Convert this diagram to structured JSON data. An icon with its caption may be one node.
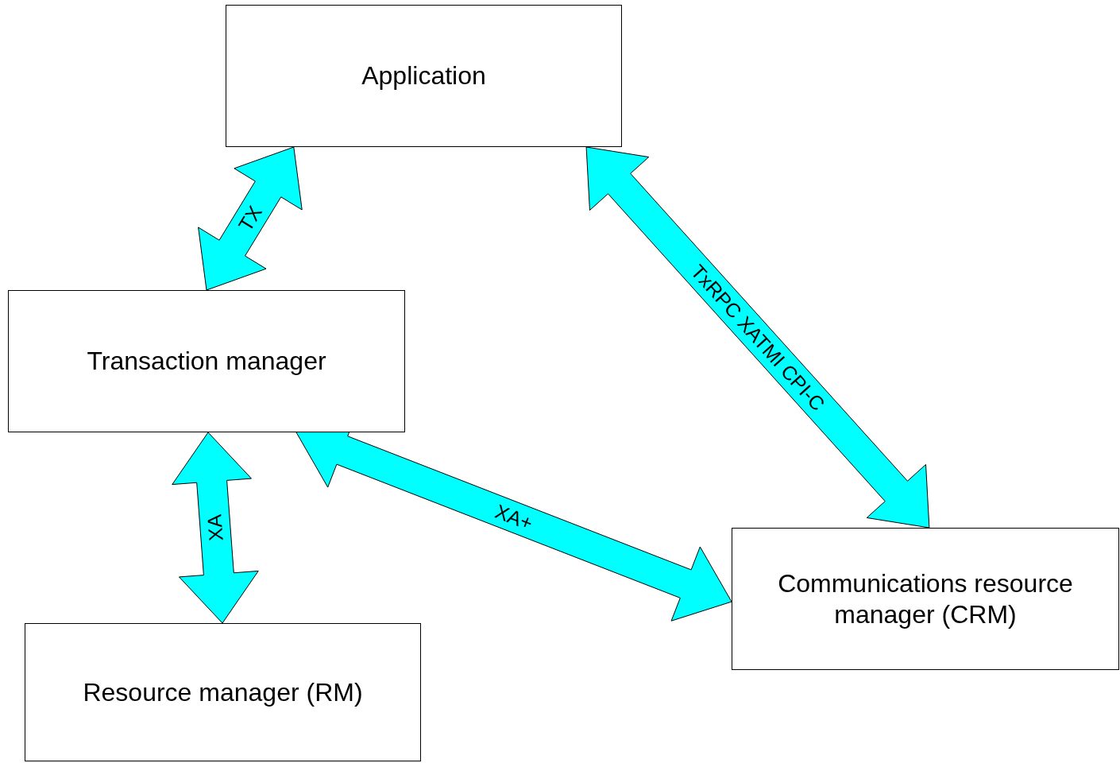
{
  "diagram": {
    "nodes": [
      {
        "text": [
          "Application"
        ]
      },
      {
        "text": [
          "Transaction manager"
        ]
      },
      {
        "text": [
          "Resource manager (RM)"
        ]
      },
      {
        "text": [
          "Communications resource manager (CRM)"
        ]
      }
    ],
    "edges": [
      {
        "from": 0,
        "to": 1,
        "arrow": "both",
        "label": "TX"
      },
      {
        "from": 0,
        "to": 3,
        "arrow": "both",
        "label": "TxRPC XATMI CPI-C"
      },
      {
        "from": 1,
        "to": 2,
        "arrow": "both",
        "label": "XA"
      },
      {
        "from": 1,
        "to": 3,
        "arrow": "both",
        "label": "XA+"
      }
    ]
  }
}
